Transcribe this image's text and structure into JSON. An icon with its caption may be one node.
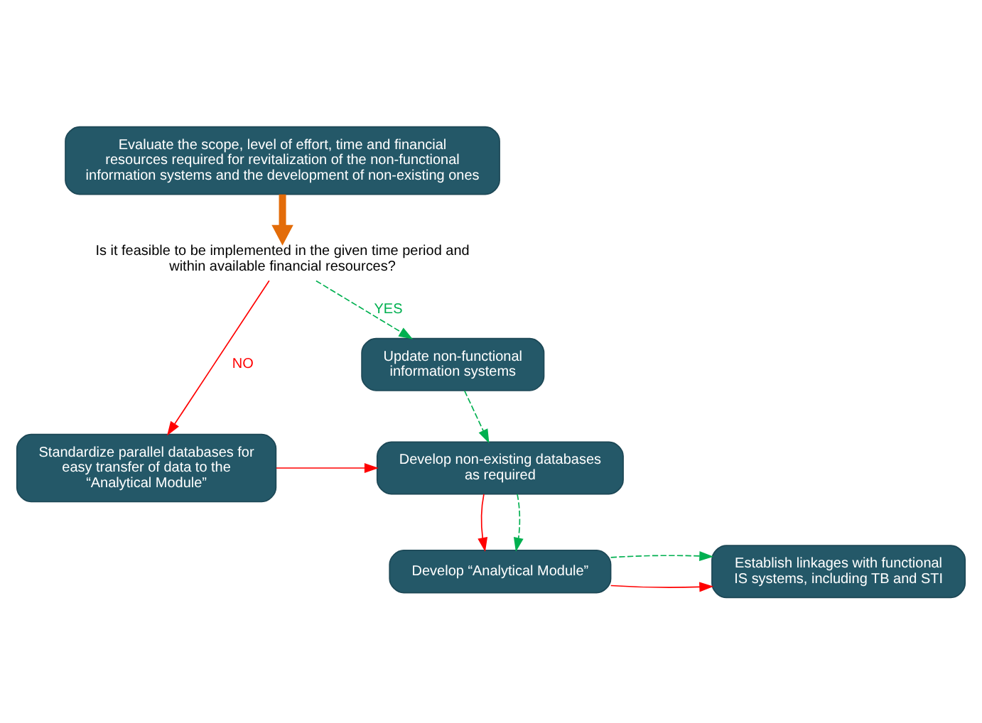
{
  "diagram": {
    "nodes": [
      {
        "text": [
          "Evaluate the scope, level of effort, time and financial resources required for revitalization of the non-functional information systems and the development of non-existing ones"
        ]
      },
      {
        "text": [
          "Is it feasible to be implemented in the given time period and within available financial resources?"
        ]
      },
      {
        "text": [
          "Update non-functional information systems"
        ]
      },
      {
        "text": [
          "Standardize parallel databases for easy transfer of data to the “Analytical Module”"
        ]
      },
      {
        "text": [
          "Develop non-existing databases as required"
        ]
      },
      {
        "text": [
          "Develop “Analytical Module”"
        ]
      },
      {
        "text": [
          "Establish linkages with functional IS systems, including TB and STI"
        ]
      }
    ],
    "edges": [
      {
        "from": 0,
        "to": 1,
        "arrow": "to",
        "style": "thick",
        "color": "#e36c09"
      },
      {
        "from": 1,
        "to": 3,
        "arrow": "to",
        "label": "NO",
        "color": "#ff0000"
      },
      {
        "from": 1,
        "to": 2,
        "arrow": "to",
        "label": "YES",
        "style": "dashed",
        "color": "#00b050"
      },
      {
        "from": 3,
        "to": 4,
        "arrow": "to",
        "color": "#ff0000"
      },
      {
        "from": 2,
        "to": 4,
        "arrow": "to",
        "style": "dashed",
        "color": "#00b050"
      },
      {
        "from": 4,
        "to": 5,
        "arrow": "to",
        "color": "#ff0000"
      },
      {
        "from": 4,
        "to": 5,
        "arrow": "to",
        "style": "dashed",
        "color": "#00b050"
      },
      {
        "from": 5,
        "to": 6,
        "arrow": "to",
        "color": "#ff0000"
      },
      {
        "from": 5,
        "to": 6,
        "arrow": "to",
        "style": "dashed",
        "color": "#00b050"
      }
    ]
  }
}
